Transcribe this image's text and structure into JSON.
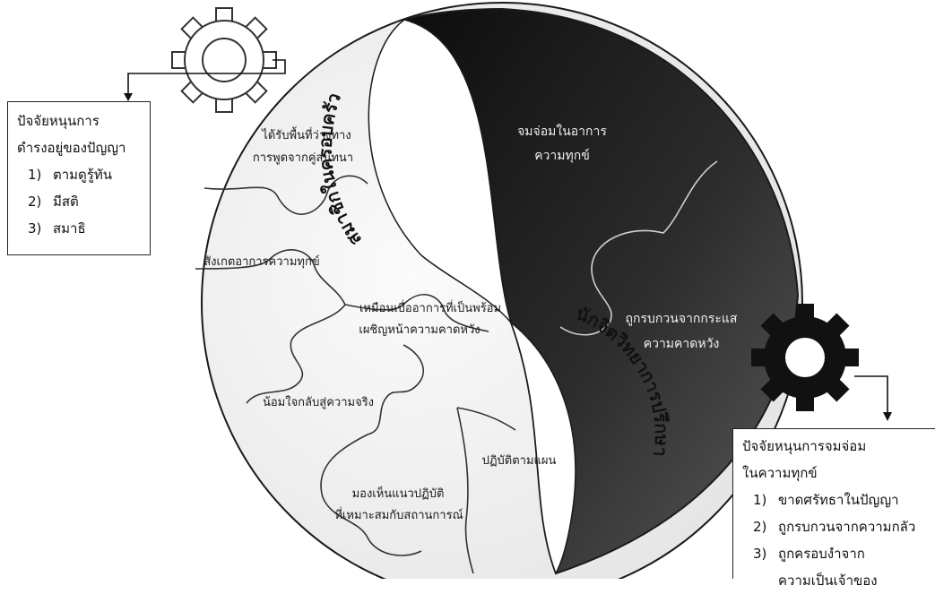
{
  "circle": {
    "light_band_label": "สมาชิกในครอบครัว",
    "dark_band_label": "นักจิตวิทยาการปรึกษา",
    "light_pieces": [
      {
        "lines": [
          "ได้รับพื้นที่ว่างทาง",
          "การพูดจากคู่สนทนา"
        ]
      },
      {
        "lines": [
          "สังเกตอาการความทุกข์"
        ]
      },
      {
        "lines": [
          "เหมือนเบื่ออาการที่เป็นพร้อม",
          "เผชิญหน้าความคาดหวัง"
        ]
      },
      {
        "lines": [
          "น้อมใจกลับสู่ความจริง"
        ]
      },
      {
        "lines": [
          "ปฏิบัติตามแผน"
        ]
      },
      {
        "lines": [
          "มองเห็นแนวปฏิบัติ",
          "ที่เหมาะสมกับสถานการณ์"
        ]
      }
    ],
    "dark_pieces": [
      {
        "lines": [
          "จมจ่อมในอาการ",
          "ความทุกข์"
        ]
      },
      {
        "lines": [
          "ถูกรบกวนจากกระแส",
          "ความคาดหวัง"
        ]
      }
    ]
  },
  "left_box": {
    "title_lines": [
      "ปัจจัยหนุนการ",
      "ดำรงอยู่ของปัญญา"
    ],
    "items": [
      {
        "num": "1)",
        "lines": [
          "ตามดูรู้ทัน"
        ]
      },
      {
        "num": "2)",
        "lines": [
          "มีสติ"
        ]
      },
      {
        "num": "3)",
        "lines": [
          "สมาธิ"
        ]
      }
    ]
  },
  "right_box": {
    "title_lines": [
      "ปัจจัยหนุนการจมจ่อม",
      "ในความทุกข์"
    ],
    "items": [
      {
        "num": "1)",
        "lines": [
          "ขาดศรัทธาในปัญญา"
        ]
      },
      {
        "num": "2)",
        "lines": [
          "ถูกรบกวนจากความกลัว"
        ]
      },
      {
        "num": "3)",
        "lines": [
          "ถูกครอบงำจาก",
          "ความเป็นเจ้าของ"
        ]
      }
    ]
  },
  "icons": {
    "left_gear": "gear-icon-outline",
    "right_gear": "gear-icon-filled"
  },
  "colors": {
    "light_fill": "#f3f3f3",
    "dark_fill": "#262626",
    "outline": "#1a1a1a"
  }
}
